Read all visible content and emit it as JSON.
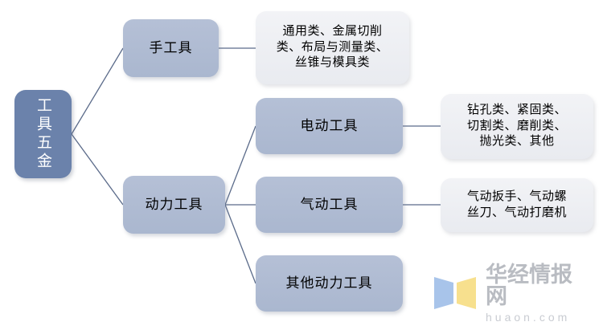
{
  "diagram": {
    "type": "hierarchy-tree",
    "root": {
      "label": "工具五金",
      "color": "#6b82ab",
      "text_color": "#ffffff"
    },
    "categories": [
      {
        "label": "手工具",
        "color": "#b0bcd3"
      },
      {
        "label": "动力工具",
        "color": "#b0bcd3"
      },
      {
        "label": "电动工具",
        "color": "#b0bcd3"
      },
      {
        "label": "气动工具",
        "color": "#b0bcd3"
      },
      {
        "label": "其他动力工具",
        "color": "#b0bcd3"
      }
    ],
    "leaves": [
      {
        "parent": "手工具",
        "color": "#eef0f3",
        "lines": [
          "通用类、金属切削",
          "类、布局与测量类、",
          "丝锥与模具类"
        ]
      },
      {
        "parent": "电动工具",
        "color": "#eef0f3",
        "lines": [
          "钻孔类、紧固类、",
          "切割类、磨削类、",
          "抛光类、其他"
        ]
      },
      {
        "parent": "气动工具",
        "color": "#eef0f3",
        "lines": [
          "气动扳手、气动螺",
          "丝刀、气动打磨机"
        ]
      }
    ],
    "connector_color": "#5b6b8a"
  },
  "watermark": {
    "name_cn": "华经情报网",
    "name_en": "huaon.com",
    "mark_color_left": "#a8c4ea",
    "mark_color_right": "#f7e08e",
    "text_color": "#b9bcc2"
  }
}
